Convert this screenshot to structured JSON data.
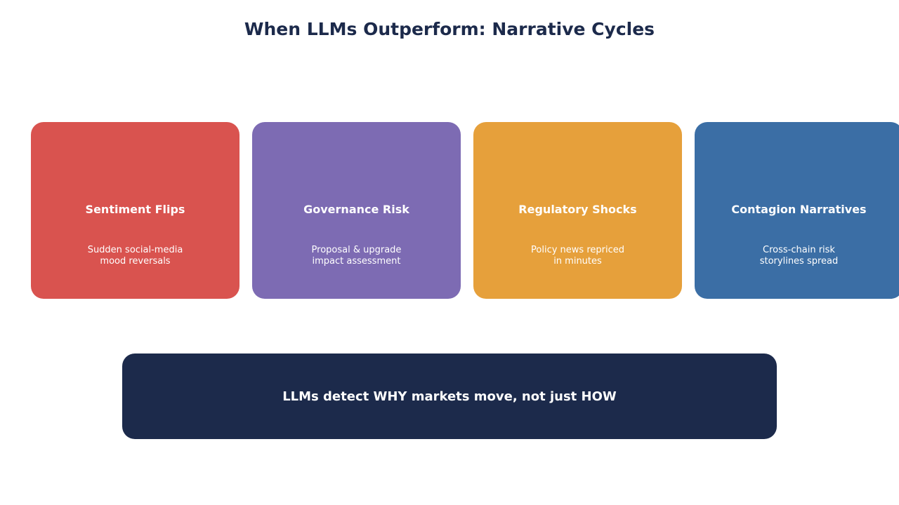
{
  "title": "When LLMs Outperform: Narrative Cycles",
  "cards": [
    {
      "title": "Sentiment Flips",
      "description": "Sudden social-media\nmood reversals",
      "color": "#d9534f"
    },
    {
      "title": "Governance Risk",
      "description": "Proposal & upgrade\nimpact assessment",
      "color": "#7d6bb3"
    },
    {
      "title": "Regulatory Shocks",
      "description": "Policy news repriced\nin minutes",
      "color": "#e6a03b"
    },
    {
      "title": "Contagion Narratives",
      "description": "Cross-chain risk\nstorylines spread",
      "color": "#3b6ea5"
    }
  ],
  "banner": {
    "text": "LLMs detect WHY markets move, not just HOW",
    "color": "#1c2a4b"
  }
}
